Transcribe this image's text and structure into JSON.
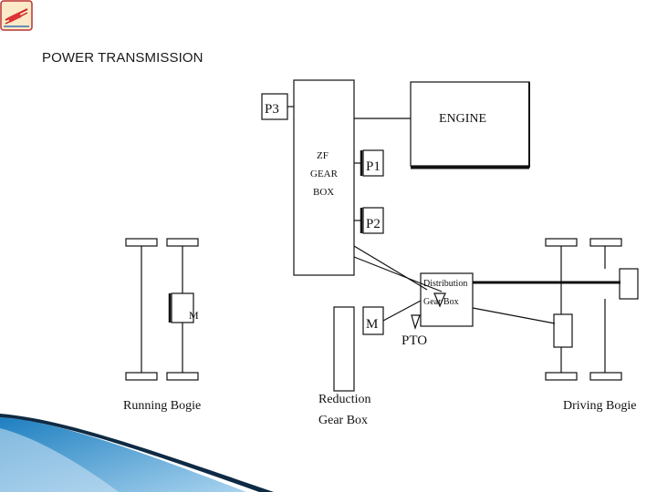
{
  "slide": {
    "title": "POWER TRANSMISSION"
  },
  "diagram": {
    "labels": {
      "p3": "P3",
      "engine": "ENGINE",
      "zf_line1": "ZF",
      "zf_line2": "GEAR",
      "zf_line3": "BOX",
      "p1": "P1",
      "p2": "P2",
      "distribution_line1": "Distribution",
      "distribution_line2": "Gear Box",
      "m_reduction": "M",
      "m_running": "M",
      "pto": "PTO",
      "reduction_line1": "Reduction",
      "reduction_line2": "Gear Box",
      "running_bogie": "Running Bogie",
      "driving_bogie": "Driving Bogie"
    }
  },
  "colors": {
    "line": "#111111",
    "accent_blue": "#1d7fc0",
    "light_blue": "#cfe6f5"
  }
}
